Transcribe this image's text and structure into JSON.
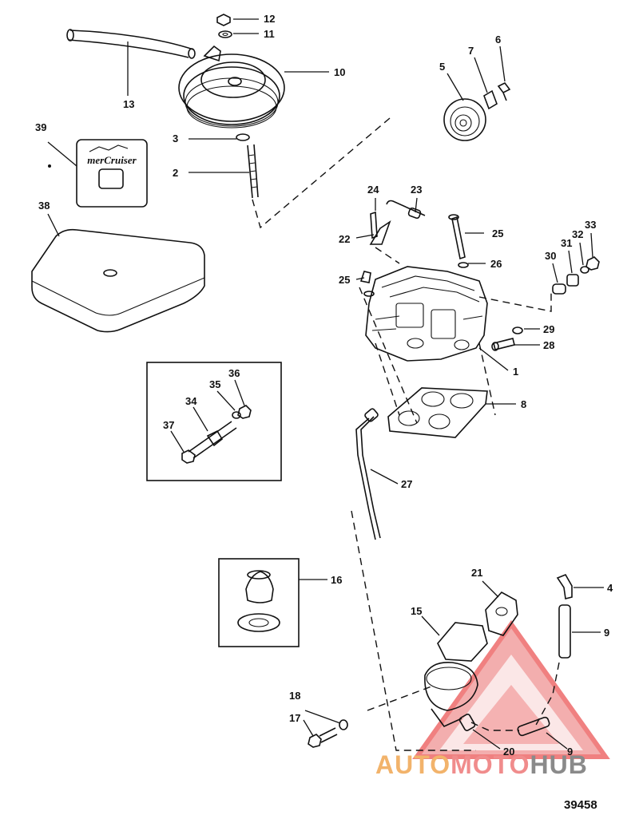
{
  "diagram": {
    "figure_number": "39458",
    "emblem_text": "merCruiser",
    "callouts": [
      "1",
      "2",
      "3",
      "4",
      "5",
      "6",
      "7",
      "8",
      "9",
      "9",
      "10",
      "11",
      "12",
      "13",
      "15",
      "16",
      "17",
      "18",
      "20",
      "21",
      "22",
      "23",
      "24",
      "25",
      "25",
      "26",
      "27",
      "28",
      "29",
      "30",
      "31",
      "32",
      "33",
      "34",
      "35",
      "36",
      "37",
      "38",
      "39"
    ]
  },
  "watermark": {
    "part1": "AUTO",
    "part2": "MOTO",
    "part3": "HUB",
    "colors": {
      "auto": "#f2b36b",
      "moto": "#f08c8c",
      "hub": "#8a8a8a",
      "triangle": "#ef6f6f"
    }
  }
}
